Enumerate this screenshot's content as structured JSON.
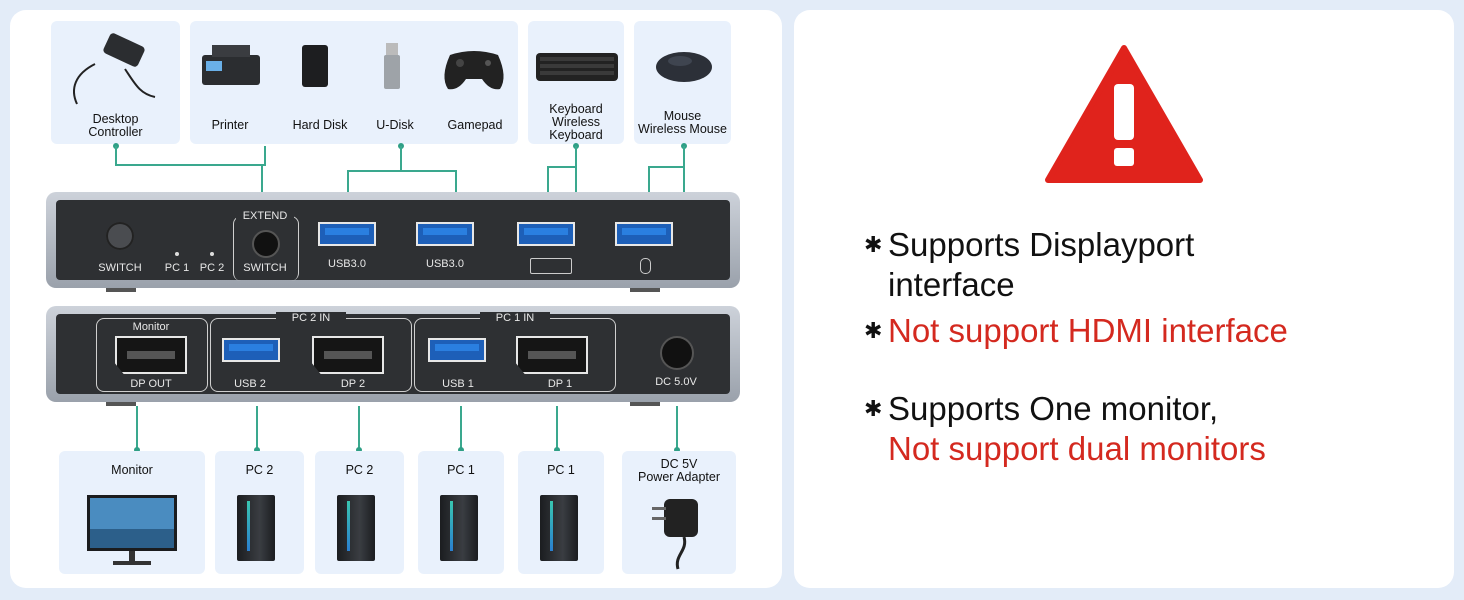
{
  "peripherals": {
    "desktop_controller": "Desktop\nController",
    "printer": "Printer",
    "hard_disk": "Hard Disk",
    "u_disk": "U-Disk",
    "gamepad": "Gamepad",
    "keyboard": "Keyboard\nWireless\nKeyboard",
    "mouse": "Mouse\nWireless Mouse"
  },
  "device_top": {
    "switch": "SWITCH",
    "pc1": "PC 1",
    "pc2": "PC 2",
    "extend": "EXTEND",
    "extend_switch": "SWITCH",
    "usb_a": "USB3.0",
    "usb_b": "USB3.0"
  },
  "device_back": {
    "monitor_group": "Monitor",
    "dp_out": "DP OUT",
    "pc2_in": "PC 2 IN",
    "usb2": "USB 2",
    "dp2": "DP 2",
    "pc1_in": "PC 1 IN",
    "usb1": "USB 1",
    "dp1": "DP 1",
    "dc": "DC 5.0V"
  },
  "bottom": {
    "monitor": "Monitor",
    "pc2a": "PC 2",
    "pc2b": "PC 2",
    "pc1a": "PC 1",
    "pc1b": "PC 1",
    "adapter": "DC 5V\nPower Adapter"
  },
  "notes": {
    "line1a": "Supports Displayport",
    "line1b": "interface",
    "line2": "Not support HDMI interface",
    "line3a": "Supports One monitor,",
    "line3b": "Not support dual monitors"
  },
  "colors": {
    "accent_red": "#d4291f",
    "connector": "#3aa88e",
    "warning": "#e0231c"
  }
}
